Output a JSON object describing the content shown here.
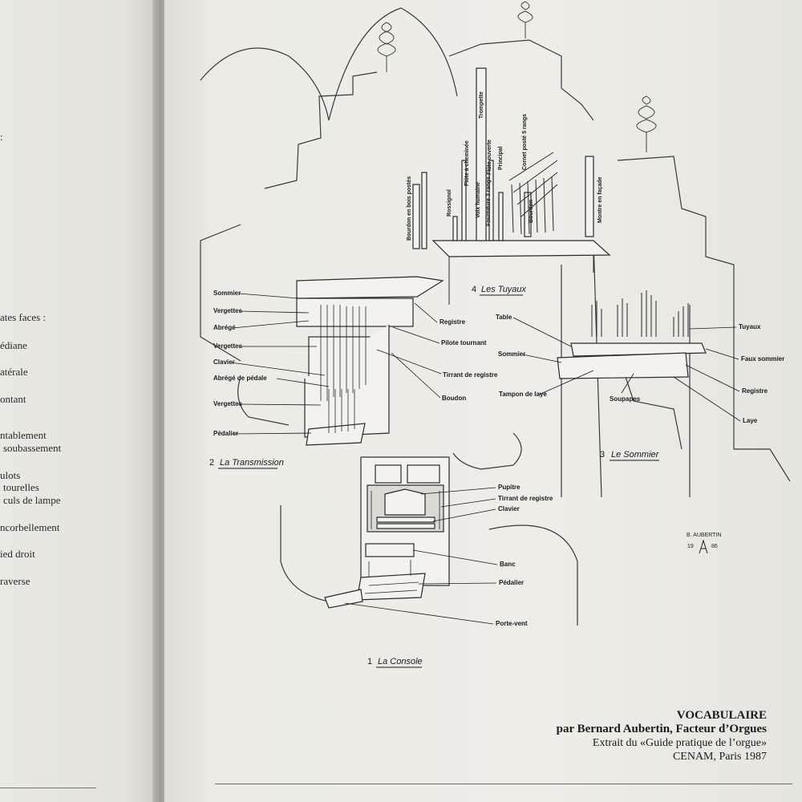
{
  "left_page": {
    "lines": [
      ":",
      "ates faces :",
      "édiane",
      "atérale",
      "ontant",
      "ntablement",
      "soubassement",
      "ulots",
      "tourelles",
      "culs de lampe",
      "ncorbellement",
      "ied droit",
      "raverse"
    ]
  },
  "diagram": {
    "sections": [
      {
        "number": "1",
        "title": "La Console"
      },
      {
        "number": "2",
        "title": "La Transmission"
      },
      {
        "number": "3",
        "title": "Le Sommier"
      },
      {
        "number": "4",
        "title": "Les Tuyaux"
      }
    ],
    "console_labels": [
      "Pupitre",
      "Tirrant de registre",
      "Clavier",
      "Banc",
      "Pédalier",
      "Porte-vent"
    ],
    "transmission_labels_left": [
      "Sommier",
      "Vergettes",
      "Abrégé",
      "Vergettes",
      "Clavier",
      "Abrégé de pédale",
      "Vergettes",
      "Pédalier"
    ],
    "transmission_labels_right": [
      "Registre",
      "Pilote tournant",
      "Tirrant de registre",
      "Boudon"
    ],
    "sommier_labels": [
      "Table",
      "Sommier",
      "Tampon de laye",
      "Soupapes",
      "Tuyaux",
      "Faux sommier",
      "Registre",
      "Laye"
    ],
    "pipe_labels": [
      "Bourdon en bois postés",
      "Rossignol",
      "Flûte à cheminée",
      "Voix humaine",
      "Fourniture 3 rangs",
      "Trompette",
      "Flûte ouverte",
      "Principal",
      "Cornet posté 5 rangs",
      "Bourdon",
      "Montre en façade"
    ],
    "signature": {
      "name": "B. AUBERTIN",
      "year_a": "19",
      "year_b": "86"
    }
  },
  "credits": {
    "title": "VOCABULAIRE",
    "author": "par Bernard Aubertin, Facteur d’Orgues",
    "source": "Extrait du «Guide pratique de l’orgue»",
    "publisher": "CENAM, Paris 1987"
  }
}
